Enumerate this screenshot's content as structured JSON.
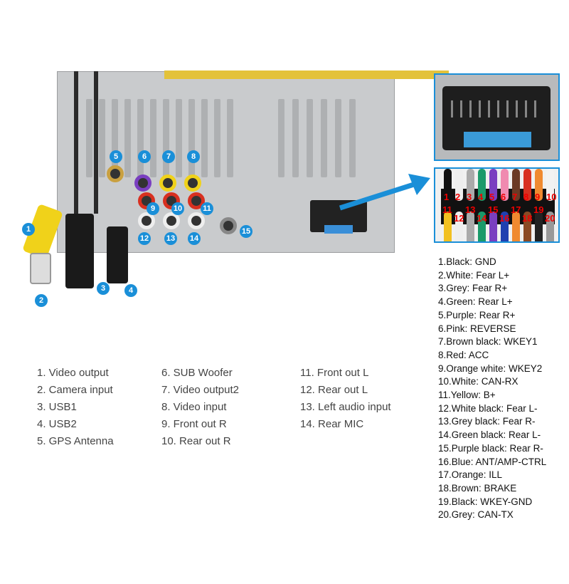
{
  "callouts": [
    "1",
    "2",
    "3",
    "4",
    "5",
    "6",
    "7",
    "8",
    "9",
    "10",
    "11",
    "12",
    "13",
    "14",
    "15"
  ],
  "legend": {
    "col1": [
      "1. Video output",
      "2. Camera input",
      "3. USB1",
      "4. USB2",
      "5. GPS Antenna"
    ],
    "col2": [
      "6. SUB Woofer",
      "7. Video output2",
      "8. Video input",
      "9. Front out R",
      "10. Rear out R"
    ],
    "col3": [
      "11. Front out L",
      "12. Rear out L",
      "13. Left audio input",
      "14. Rear MIC"
    ]
  },
  "pins": [
    "1.Black: GND",
    "2.White: Fear L+",
    "3.Grey: Fear R+",
    "4.Green: Rear L+",
    "5.Purple: Rear R+",
    "6.Pink: REVERSE",
    "7.Brown black: WKEY1",
    "8.Red: ACC",
    "9.Orange white: WKEY2",
    "10.White: CAN-RX",
    "11.Yellow: B+",
    "12.White black: Fear L-",
    "13.Grey black: Fear R-",
    "14.Green black: Rear L-",
    "15.Purple black: Rear R-",
    "16.Blue: ANT/AMP-CTRL",
    "17.Orange: ILL",
    "18.Brown: BRAKE",
    "19.Black: WKEY-GND",
    "20.Grey: CAN-TX"
  ],
  "pin_numbers_top": [
    "1",
    "2",
    "3",
    "4",
    "5",
    "6",
    "7",
    "8",
    "9",
    "10"
  ],
  "pin_numbers_bottom": [
    "11",
    "12",
    "13",
    "14",
    "15",
    "16",
    "17",
    "18",
    "19",
    "20"
  ],
  "colors": {
    "accent": "#1a8fd8",
    "wires_top": [
      "#111111",
      "#eeeeee",
      "#aaaaaa",
      "#1a9a6a",
      "#7a3fc0",
      "#f08ab0",
      "#6b3a25",
      "#d83020",
      "#f08a30",
      "#f2f2f2"
    ],
    "wires_bottom": [
      "#f2c020",
      "#eeeeee",
      "#aaaaaa",
      "#1a9a6a",
      "#7a3fc0",
      "#2040b0",
      "#f08a30",
      "#8a4a25",
      "#222222",
      "#999999"
    ]
  }
}
